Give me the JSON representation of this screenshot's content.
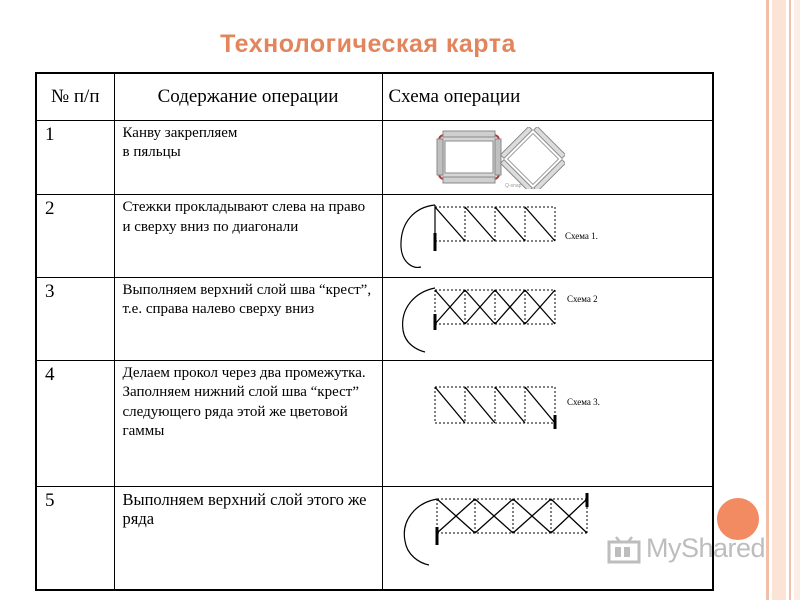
{
  "title": "Технологическая карта",
  "table": {
    "headers": [
      "№ п/п",
      "Содержание операции",
      "Схема операции"
    ],
    "rows": [
      {
        "num": "1",
        "text": "Канву закрепляем\nв пяльцы",
        "scheme": "hoop-photo",
        "caption": ""
      },
      {
        "num": "2",
        "text": "Стежки прокладывают слева на право и сверху вниз по диагонали",
        "scheme": "stitch-diagram",
        "caption": "Схема 1."
      },
      {
        "num": "3",
        "text": "Выполняем верхний слой шва “крест”, т.е. справа налево сверху вниз",
        "scheme": "stitch-diagram",
        "caption": "Схема 2"
      },
      {
        "num": "4",
        "text": "Делаем прокол через два промежутка. Заполняем нижний слой шва “крест” следующего ряда этой же цветовой гаммы",
        "scheme": "stitch-diagram",
        "caption": "Схема 3."
      },
      {
        "num": "5",
        "text": "Выполняем верхний слой этого же ряда",
        "scheme": "stitch-diagram",
        "caption": ""
      }
    ]
  },
  "watermark": "MyShared",
  "colors": {
    "title": "#e3855c",
    "accent_circle": "#f28a62",
    "border_stripe": "#f2c0a8"
  }
}
